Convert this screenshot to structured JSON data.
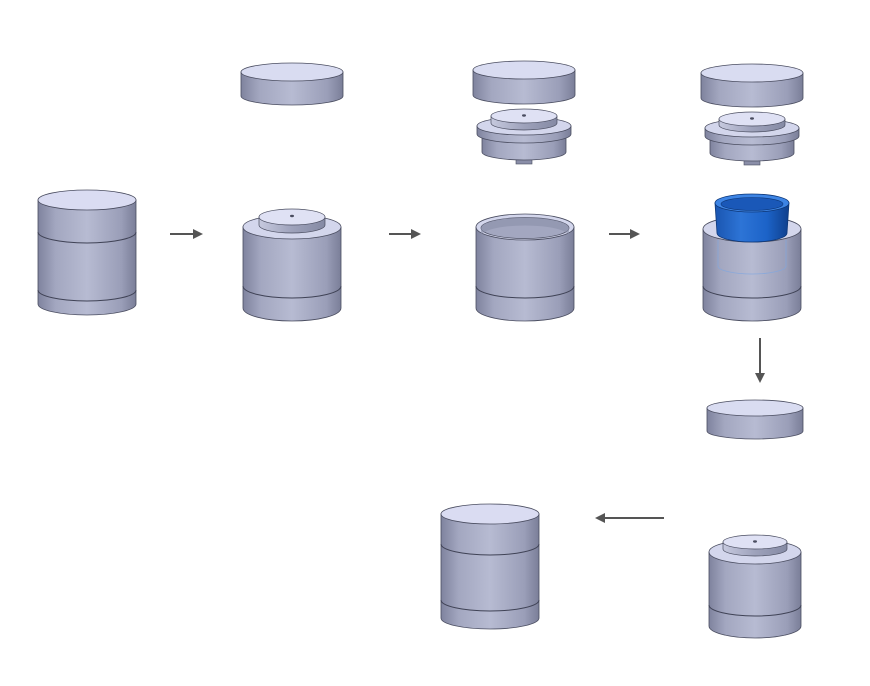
{
  "diagram": {
    "colors": {
      "background": "#ffffff",
      "steel_side_light": "#b4b8cf",
      "steel_side_mid": "#9ea2bb",
      "steel_side_dark": "#7c809a",
      "steel_top": "#d9dcf1",
      "steel_edge": "#4a4d60",
      "insert_blue": "#1c63c8",
      "insert_blue_light": "#3d84e4",
      "insert_blue_dark": "#0f3f8c",
      "arrow": "#555555"
    },
    "stages": [
      "assembled-mold",
      "lid-removed",
      "inner-core-removed",
      "blue-part-in-cavity",
      "part-ejected",
      "reassembled-mold"
    ],
    "arrows": [
      "right",
      "right",
      "right",
      "down",
      "left"
    ]
  }
}
